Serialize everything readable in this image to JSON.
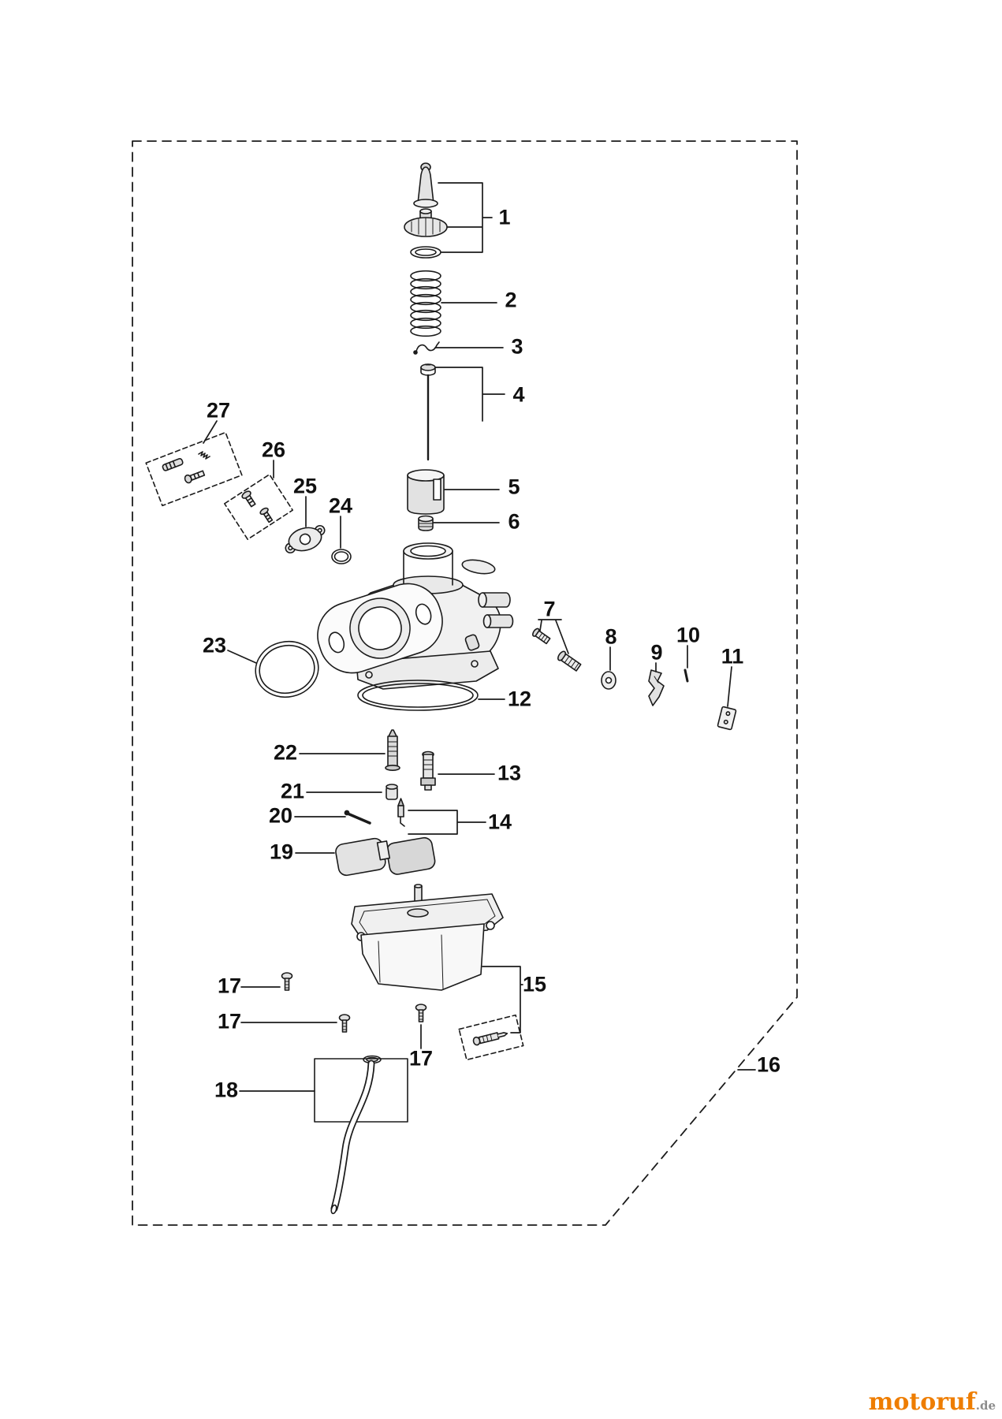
{
  "callouts": {
    "n1": "1",
    "n2": "2",
    "n3": "3",
    "n4": "4",
    "n5": "5",
    "n6": "6",
    "n7": "7",
    "n8": "8",
    "n9": "9",
    "n10": "10",
    "n11": "11",
    "n12": "12",
    "n13": "13",
    "n14": "14",
    "n15": "15",
    "n16": "16",
    "n17a": "17",
    "n17b": "17",
    "n17c": "17",
    "n18": "18",
    "n19": "19",
    "n20": "20",
    "n21": "21",
    "n22": "22",
    "n23": "23",
    "n24": "24",
    "n25": "25",
    "n26": "26",
    "n27": "27"
  },
  "watermark": {
    "brand": "motoruf",
    "suffix": ".de",
    "brand_color": "#ee7d00",
    "suffix_color": "#8c8c8c"
  },
  "diagram": {
    "line_color": "#1b1b1b",
    "background": "#ffffff"
  }
}
